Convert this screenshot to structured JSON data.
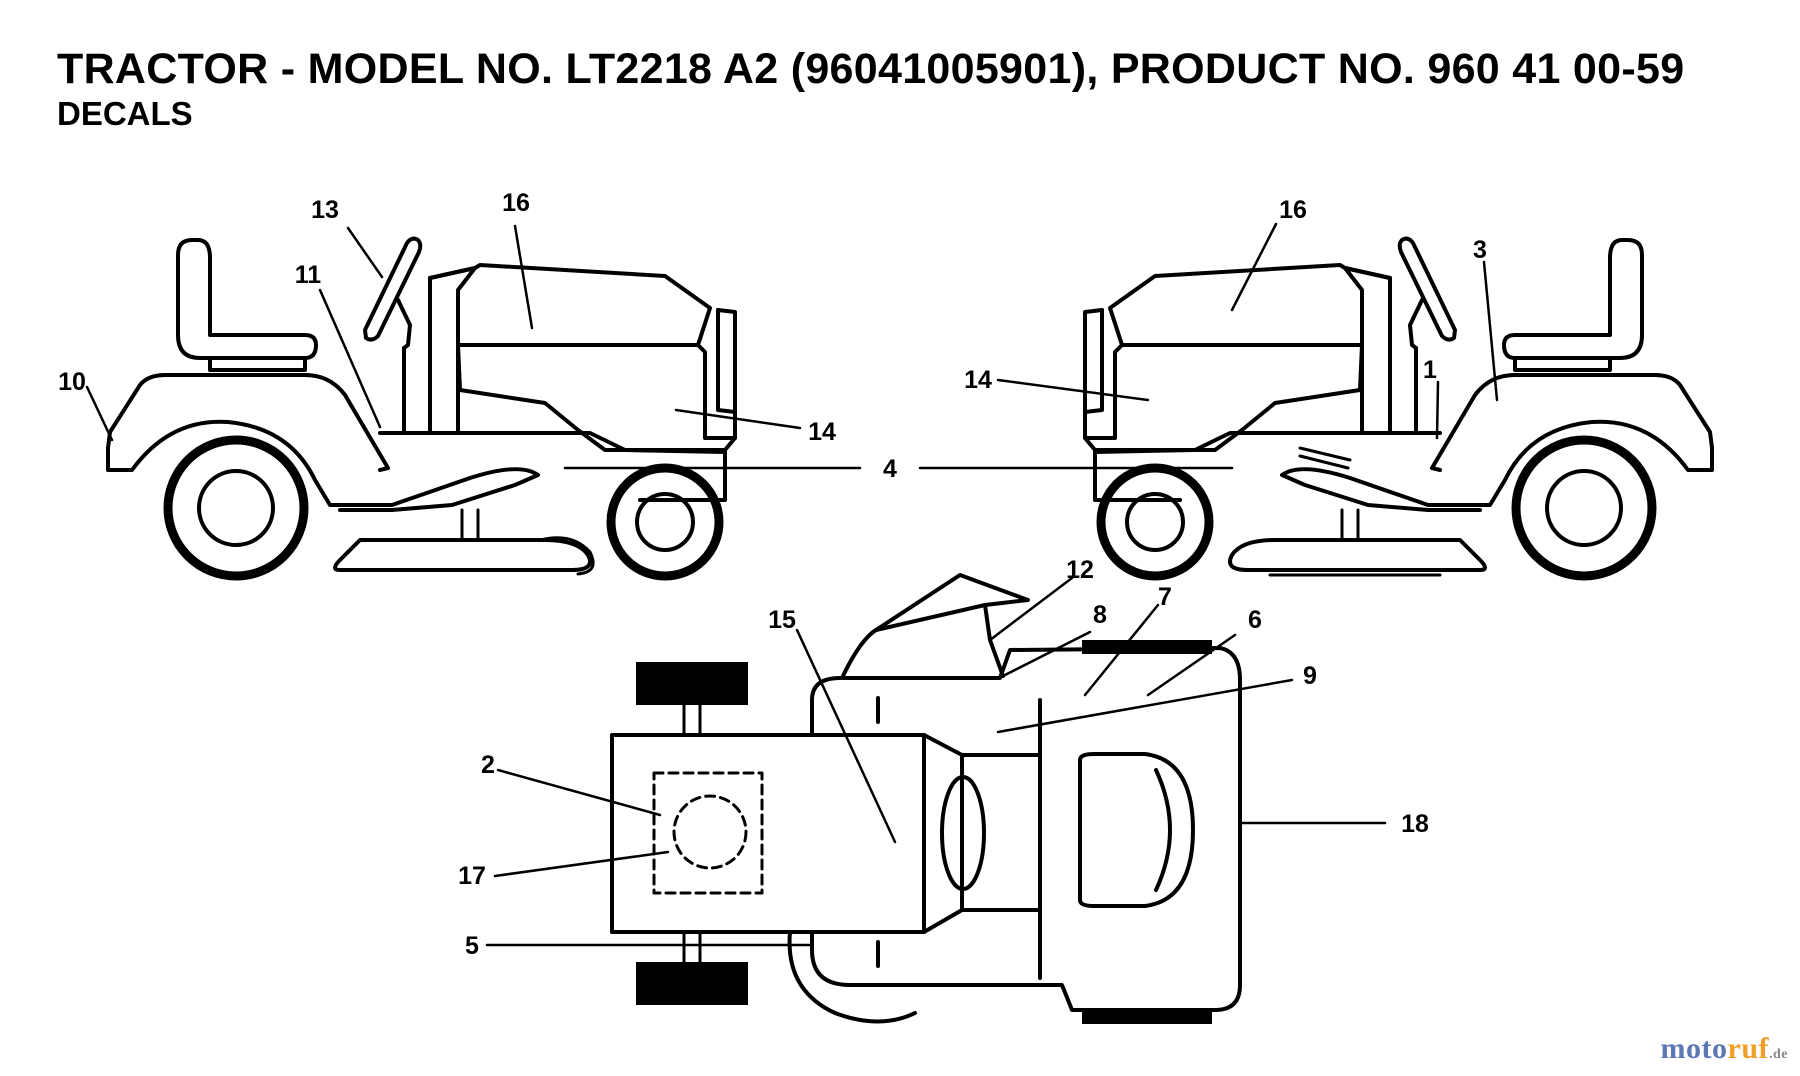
{
  "header": {
    "title": "TRACTOR - MODEL NO. LT2218 A2 (96041005901), PRODUCT NO. 960 41 00-59",
    "subtitle": "DECALS"
  },
  "callouts": {
    "c1": "1",
    "c2": "2",
    "c3": "3",
    "c4": "4",
    "c5": "5",
    "c6": "6",
    "c7": "7",
    "c8": "8",
    "c9": "9",
    "c10": "10",
    "c11": "11",
    "c12": "12",
    "c13": "13",
    "c14_left": "14",
    "c14_right": "14",
    "c15": "15",
    "c16_left": "16",
    "c16_right": "16",
    "c17": "17",
    "c18": "18"
  },
  "watermark": {
    "part1": "moto",
    "part2": "ruf",
    "part3": ".de"
  }
}
